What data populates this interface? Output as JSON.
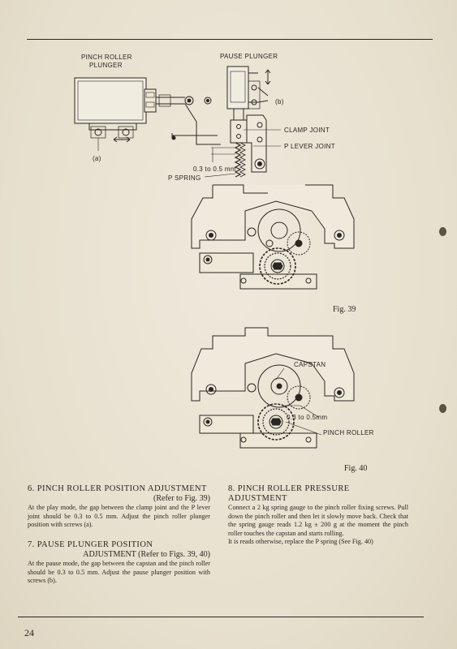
{
  "page": {
    "number": "24"
  },
  "fig39": {
    "caption": "Fig. 39",
    "labels": {
      "pinch_roller_plunger_line1": "PINCH ROLLER",
      "pinch_roller_plunger_line2": "PLUNGER",
      "pause_plunger": "PAUSE PLUNGER",
      "screw_b": "(b)",
      "screw_a": "(a)",
      "clamp_joint": "CLAMP JOINT",
      "p_lever_joint": "P LEVER JOINT",
      "gap": "0.3 to 0.5 mm",
      "p_spring": "P SPRING"
    }
  },
  "fig40": {
    "caption": "Fig. 40",
    "labels": {
      "capstan": "CAPSTAN",
      "gap": "0.3 to 0.5mm",
      "pinch_roller": "PINCH ROLLER"
    }
  },
  "sections": {
    "s6": {
      "title": "6. PINCH ROLLER POSITION ADJUSTMENT",
      "ref": "(Refer to Fig. 39)",
      "body": "At the play mode, the gap between the clamp joint and the P lever joint should be 0.3 to 0.5 mm. Adjust the pinch roller plunger position with screws (a)."
    },
    "s7": {
      "title": "7. PAUSE PLUNGER POSITION",
      "ref": "ADJUSTMENT (Refer to Figs. 39, 40)",
      "body": "At the pause mode, the gap between the capstan and the pinch roller should be 0.3 to 0.5 mm. Adjust the pause plunger position with screws (b)."
    },
    "s8": {
      "title": "8. PINCH ROLLER PRESSURE ADJUSTMENT",
      "body": "Connect a 2 kg spring gauge to the pinch roller fixing screws. Pull down the pinch roller and then let it slowly move back. Check that the spring gauge reads 1.2 kg ± 200 g at the moment the pinch roller touches the capstan and starts rolling.",
      "body2": "It is reads otherwise, replace the P spring (See Fig. 40)"
    }
  }
}
